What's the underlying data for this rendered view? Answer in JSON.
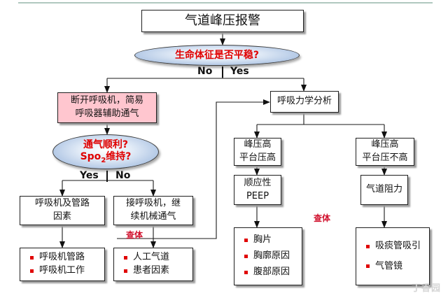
{
  "title": "气道峰压报警",
  "q_stable": "生命体征是否平稳?",
  "no_label": "No",
  "yes_label": "Yes",
  "disconnect": {
    "line1": "断开呼吸机，简易",
    "line2": "呼吸器辅助通气"
  },
  "q_ventilation": {
    "line1": "通气顺利?",
    "line2_prefix": "Spo",
    "line2_sub": "2",
    "line2_suffix": "维持?"
  },
  "yes_label_2": "Yes",
  "no_label_2": "No",
  "circuit_factors": {
    "line1": "呼吸机及管路",
    "line2": "因素"
  },
  "reconnect": {
    "line1": "接呼吸机，继",
    "line2": "续机械通气"
  },
  "check_label_left": "查体",
  "circuit_list": [
    "呼吸机管路",
    "呼吸机工作"
  ],
  "patient_list": [
    "人工气道",
    "患者因素"
  ],
  "mechanics": "呼吸力学分析",
  "high_plateau": {
    "line1": "峰压高",
    "line2": "平台压高"
  },
  "normal_plateau": {
    "line1": "峰压高",
    "line2": "平台压不高"
  },
  "compliance": {
    "line1": "顺应性",
    "line2": "PEEP"
  },
  "resistance": "气道阻力",
  "check_label_right": "查体",
  "compliance_list": [
    "胸片",
    "胸廓原因",
    "腹部原因"
  ],
  "resistance_list": [
    "吸痰管吸引",
    "气管镜"
  ],
  "watermark": "丁香园",
  "colors": {
    "question_text": "#e00000",
    "tag_text": "#d0102c",
    "pink_box": "#ffc6cf",
    "ellipse_fill": "#a9c1e2",
    "bullet": "#e00000"
  }
}
